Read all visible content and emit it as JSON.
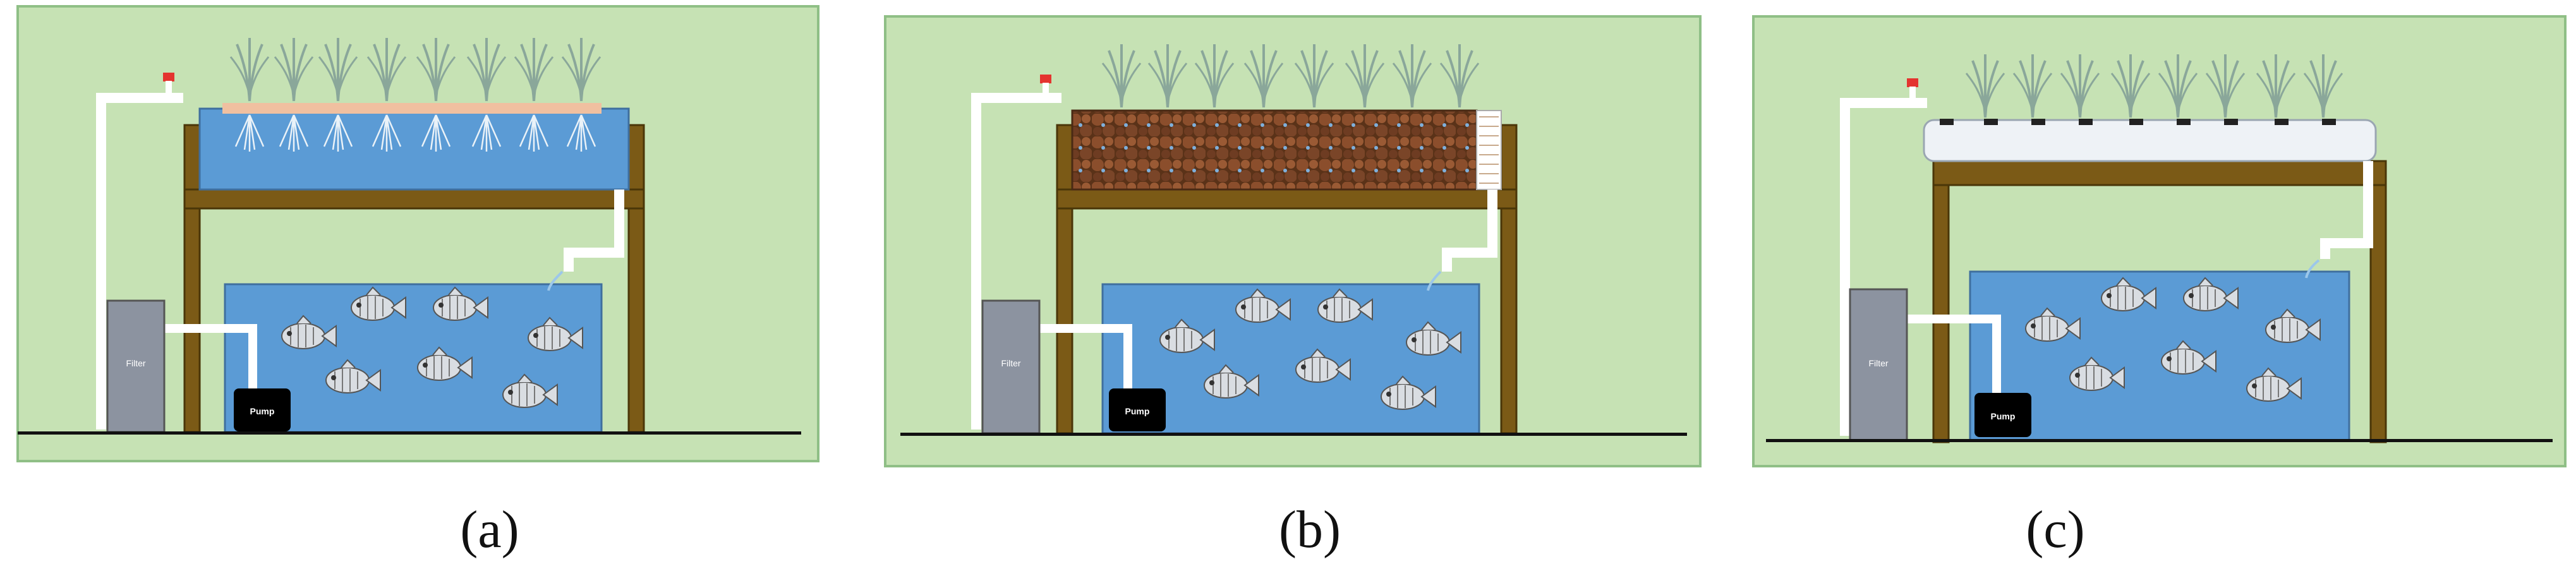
{
  "panels": [
    {
      "caption": "(a)",
      "filter_label": "Filter",
      "pump_label": "Pump"
    },
    {
      "caption": "(b)",
      "filter_label": "Filter",
      "pump_label": "Pump"
    },
    {
      "caption": "(c)",
      "filter_label": "Filter",
      "pump_label": "Pump"
    }
  ],
  "colors": {
    "background": "#c6e2b4",
    "water": "#5b9bd5",
    "wood": "#7b5a16",
    "pipe": "#ffffff",
    "valve": "#e4342f",
    "filter": "#8c93a0",
    "pump": "#000000",
    "plant": "#8aa79a",
    "raft": "#f0c0a0",
    "clay": "#7a4528",
    "ground": "#111111"
  }
}
